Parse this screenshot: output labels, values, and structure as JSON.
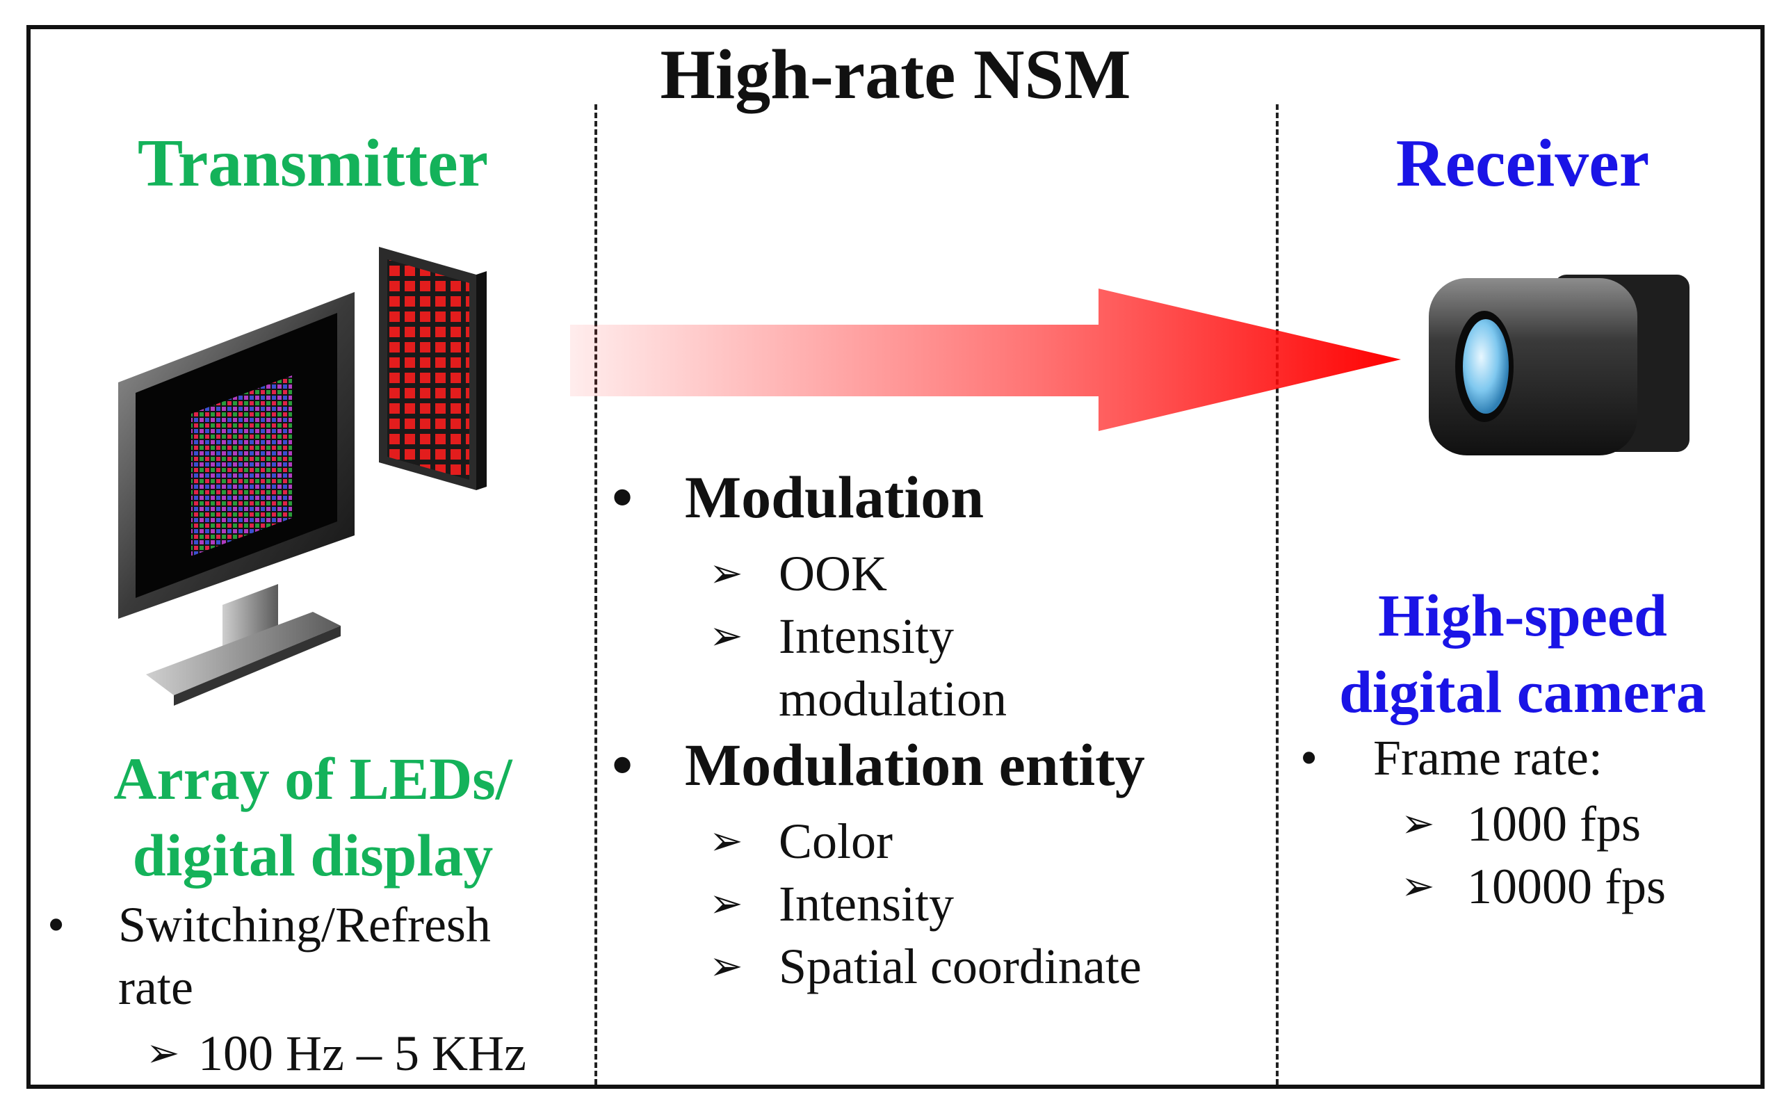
{
  "title": "High-rate NSM",
  "transmitter": {
    "heading": "Transmitter",
    "device_line1": "Array of LEDs/",
    "device_line2": "digital display",
    "bullet_line1": "Switching/Refresh",
    "bullet_line2": "rate",
    "sub_item": "100 Hz – 5 KHz",
    "icons": [
      "monitor-icon",
      "led-array-icon"
    ]
  },
  "middle": {
    "modulation": {
      "label": "Modulation",
      "items": [
        "OOK",
        "Intensity",
        "modulation"
      ]
    },
    "entity": {
      "label": "Modulation entity",
      "items": [
        "Color",
        "Intensity",
        "Spatial coordinate"
      ]
    },
    "arrow": "arrow-right-icon"
  },
  "receiver": {
    "heading": "Receiver",
    "device_line1": "High-speed",
    "device_line2": "digital camera",
    "bullet": "Frame rate:",
    "items": [
      "1000 fps",
      "10000 fps"
    ],
    "icon": "camera-icon"
  },
  "symbols": {
    "bullet": "•",
    "sub": "➢"
  },
  "colors": {
    "transmitter": "#14b25a",
    "receiver": "#1a14e6",
    "beam": "#ff1a1a"
  }
}
